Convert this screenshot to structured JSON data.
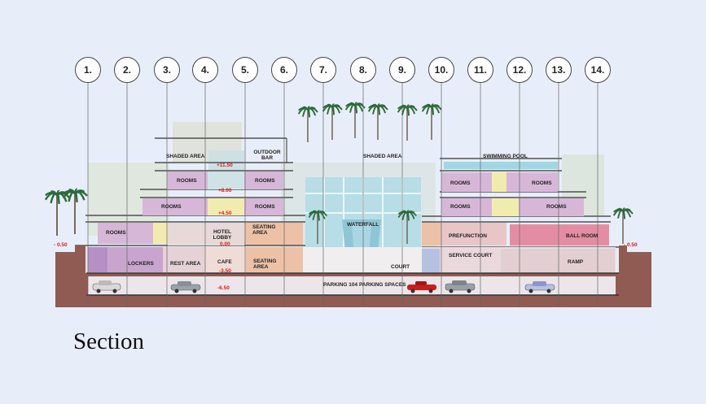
{
  "caption": "Section",
  "grid_axes": [
    "1.",
    "2.",
    "3.",
    "4.",
    "5.",
    "6.",
    "7.",
    "8.",
    "9.",
    "10.",
    "11.",
    "12.",
    "13.",
    "14."
  ],
  "levels": {
    "l_plus_11_50": "+11.50",
    "l_plus_8_00": "+8.00",
    "l_plus_4_50": "+4.50",
    "l_0_00": "0.00",
    "l_minus_3_50": "-3.50",
    "l_minus_6_50": "-6.50",
    "l_left_minus_0_50": "- 0.50",
    "l_right_minus_0_50": "- 0.50"
  },
  "labels": {
    "shaded_area_left": "SHADED AREA",
    "outdoor_bar": "OUTDOOR BAR",
    "shaded_area_center": "SHADED AREA",
    "swimming_pool": "SWIMMING POOL",
    "rooms_l_upper_a": "ROOMS",
    "rooms_l_upper_b": "ROOMS",
    "rooms_l_mid_a": "ROOMS",
    "rooms_l_mid_b": "ROOMS",
    "rooms_r_upper_a": "ROOMS",
    "rooms_r_upper_b": "ROOMS",
    "rooms_r_mid_a": "ROOMS",
    "rooms_r_mid_b": "ROOMS",
    "rooms_low_left": "ROOMS",
    "hotel_lobby": "HOTEL LOBBY",
    "seating_area_upper": "SEATING AREA",
    "waterfall": "WATERFALL",
    "prefunction": "PREFUNCTION",
    "ball_room": "BALL ROOM",
    "lockers": "LOCKERS",
    "rest_area": "REST AREA",
    "cafe": "CAFE",
    "seating_area_lower": "SEATING AREA",
    "court": "COURT",
    "service_court": "SERVICE COURT",
    "ramp": "RAMP",
    "parking": "PARKING 104 PARKING SPACES"
  },
  "colors": {
    "background": "#e8eef9",
    "rooms_purple": "#d7b7d8",
    "ground_brown": "#8f5b52",
    "level_red": "#d2231d",
    "water_blue": "#9fd7e2",
    "ballroom_pink": "#e38ea0",
    "seating_orange": "#ecc1a6"
  }
}
